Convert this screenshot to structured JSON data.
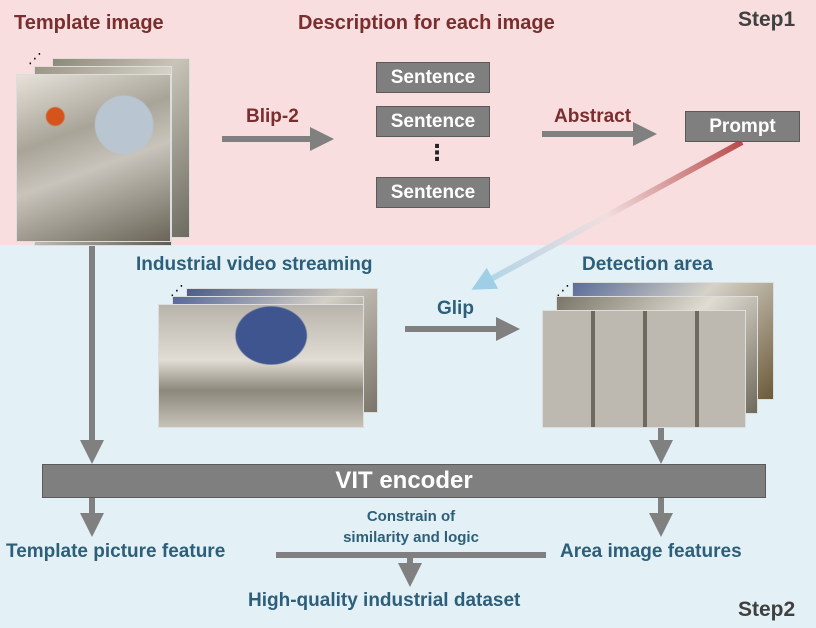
{
  "step1": {
    "label": "Step1",
    "template_title": "Template image",
    "description_title": "Description for each image",
    "blip_label": "Blip-2",
    "sentences": [
      "Sentence",
      "Sentence",
      "Sentence"
    ],
    "ellipsis": "⋮",
    "abstract_label": "Abstract",
    "prompt_label": "Prompt"
  },
  "step2": {
    "label": "Step2",
    "streaming_title": "Industrial video streaming",
    "detection_title": "Detection area",
    "glip_label": "Glip",
    "encoder_label": "VIT encoder",
    "template_feature": "Template picture feature",
    "area_feature": "Area image features",
    "constrain_label_1": "Constrain of",
    "constrain_label_2": "similarity and logic",
    "dataset_label": "High-quality industrial dataset"
  },
  "colors": {
    "step1_bg": "#f8dede",
    "step2_bg": "#e3f1f6",
    "box_gray": "#7f7f7f",
    "red_text": "#7a2e2e",
    "teal_text": "#2d5f7a",
    "arrow_gray": "#808080"
  }
}
